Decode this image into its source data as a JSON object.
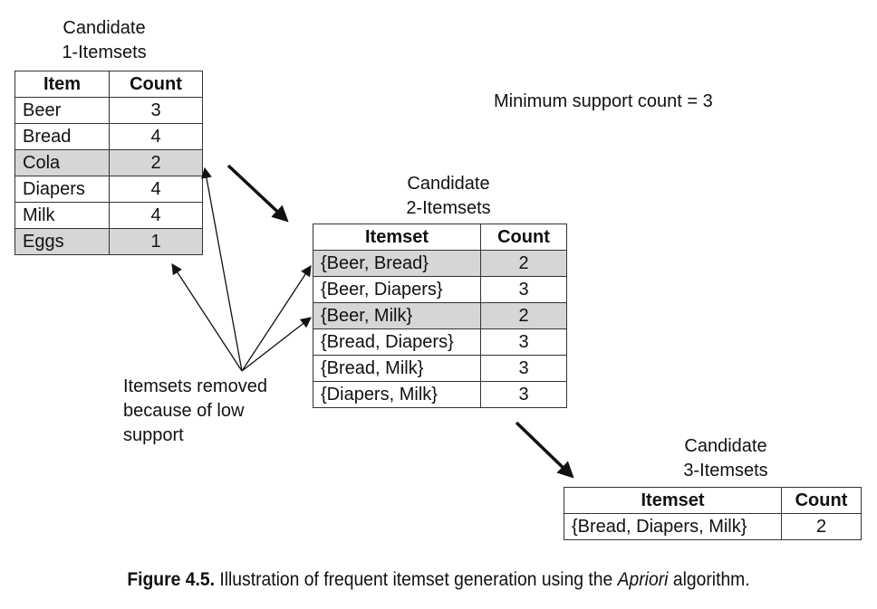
{
  "candidate1": {
    "title_line1": "Candidate",
    "title_line2": "1-Itemsets",
    "headers": [
      "Item",
      "Count"
    ],
    "rows": [
      {
        "item": "Beer",
        "count": "3",
        "removed": false
      },
      {
        "item": "Bread",
        "count": "4",
        "removed": false
      },
      {
        "item": "Cola",
        "count": "2",
        "removed": true
      },
      {
        "item": "Diapers",
        "count": "4",
        "removed": false
      },
      {
        "item": "Milk",
        "count": "4",
        "removed": false
      },
      {
        "item": "Eggs",
        "count": "1",
        "removed": true
      }
    ]
  },
  "candidate2": {
    "title_line1": "Candidate",
    "title_line2": "2-Itemsets",
    "headers": [
      "Itemset",
      "Count"
    ],
    "rows": [
      {
        "item": "{Beer, Bread}",
        "count": "2",
        "removed": true
      },
      {
        "item": "{Beer, Diapers}",
        "count": "3",
        "removed": false
      },
      {
        "item": "{Beer, Milk}",
        "count": "2",
        "removed": true
      },
      {
        "item": "{Bread, Diapers}",
        "count": "3",
        "removed": false
      },
      {
        "item": "{Bread, Milk}",
        "count": "3",
        "removed": false
      },
      {
        "item": "{Diapers, Milk}",
        "count": "3",
        "removed": false
      }
    ]
  },
  "candidate3": {
    "title_line1": "Candidate",
    "title_line2": "3-Itemsets",
    "headers": [
      "Itemset",
      "Count"
    ],
    "rows": [
      {
        "item": "{Bread, Diapers, Milk}",
        "count": "2",
        "removed": false
      }
    ]
  },
  "min_support": "Minimum support count = 3",
  "removed_note": {
    "line1": "Itemsets removed",
    "line2": "because of low",
    "line3": "support"
  },
  "figure_caption": {
    "label": "Figure 4.5.",
    "text_before": "Illustration of frequent itemset generation using the",
    "emphasis": "Apriori",
    "text_after": "algorithm."
  },
  "colors": {
    "removed_row": "#d6d6d6",
    "line": "#111111"
  }
}
